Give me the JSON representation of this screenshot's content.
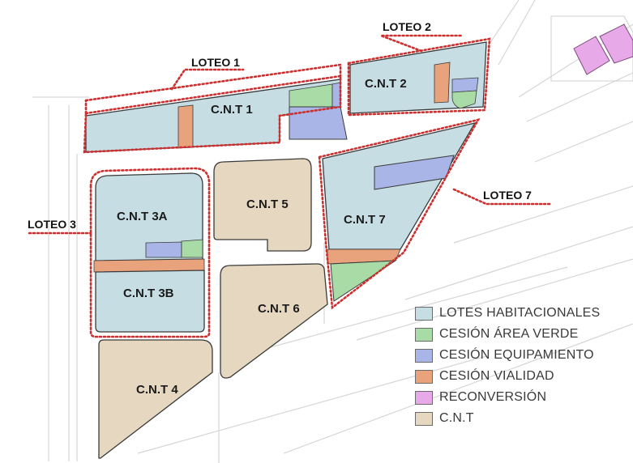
{
  "colors": {
    "habitacional": "#c6dde3",
    "area_verde": "#a8dba5",
    "equipamiento": "#a9b5e6",
    "vialidad": "#e8a37c",
    "reconversion": "#e8a9e8",
    "cnt": "#e6d8c0",
    "border": "#3a3a3a",
    "loteo_line": "#cc2f2f"
  },
  "blocks": {
    "cnt1": "C.N.T  1",
    "cnt2": "C.N.T  2",
    "cnt3a": "C.N.T  3A",
    "cnt3b": "C.N.T  3B",
    "cnt4": "C.N.T  4",
    "cnt5": "C.N.T  5",
    "cnt6": "C.N.T  6",
    "cnt7": "C.N.T  7"
  },
  "loteos": {
    "l1": "LOTEO 1",
    "l2": "LOTEO 2",
    "l3": "LOTEO 3",
    "l7": "LOTEO 7"
  },
  "legend": [
    {
      "label": "LOTES HABITACIONALES",
      "color": "#c6dde3"
    },
    {
      "label": "CESIÓN ÁREA VERDE",
      "color": "#a8dba5"
    },
    {
      "label": "CESIÓN EQUIPAMIENTO",
      "color": "#a9b5e6"
    },
    {
      "label": "CESIÓN VIALIDAD",
      "color": "#e8a37c"
    },
    {
      "label": "RECONVERSIÓN",
      "color": "#e8a9e8"
    },
    {
      "label": "C.N.T",
      "color": "#e6d8c0"
    }
  ]
}
